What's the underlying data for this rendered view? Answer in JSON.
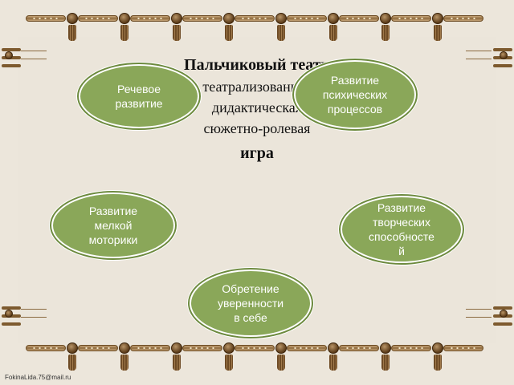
{
  "slide": {
    "title": "Пальчиковый театр",
    "lines": [
      "театрализованная",
      "дидактическая",
      "сюжетно-ролевая"
    ],
    "game": "игра"
  },
  "bubbles": {
    "speech": "Речевое\nразвитие",
    "mental": "Развитие\nпсихических\nпроцессов",
    "motor": "Развитие\nмелкой\nмоторики",
    "creative": "Развитие\nтворческих\nспособносте\nй",
    "confidence": "Обретение\nуверенности\nв себе"
  },
  "watermark": "FokinaLida.75@mail.ru",
  "colors": {
    "bubble_fill": "#8aa759",
    "background": "#ece6db",
    "frame": "#7d5a2e"
  }
}
